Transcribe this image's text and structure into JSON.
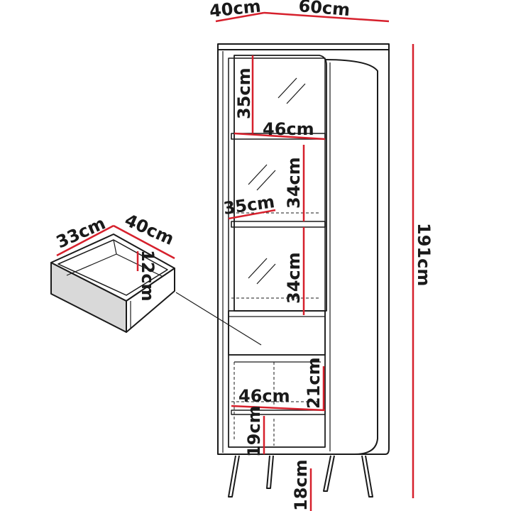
{
  "colors": {
    "line": "#1a1a1a",
    "dim": "#d6202c",
    "panel": "#ffffff",
    "shade": "#d9d9d9"
  },
  "dimensions": {
    "depth": "40cm",
    "width": "60cm",
    "height": "191cm",
    "top_shelf_height": "35cm",
    "top_shelf_width": "46cm",
    "mid_shelf_height": "34cm",
    "mid_shelf_depth": "35cm",
    "low_shelf_height": "34cm",
    "lower_compartment_height": "21cm",
    "lower_compartment_width": "46cm",
    "bottom_compartment_height": "19cm",
    "leg_height": "18cm"
  },
  "drawer": {
    "width": "33cm",
    "depth": "40cm",
    "height": "12cm"
  }
}
